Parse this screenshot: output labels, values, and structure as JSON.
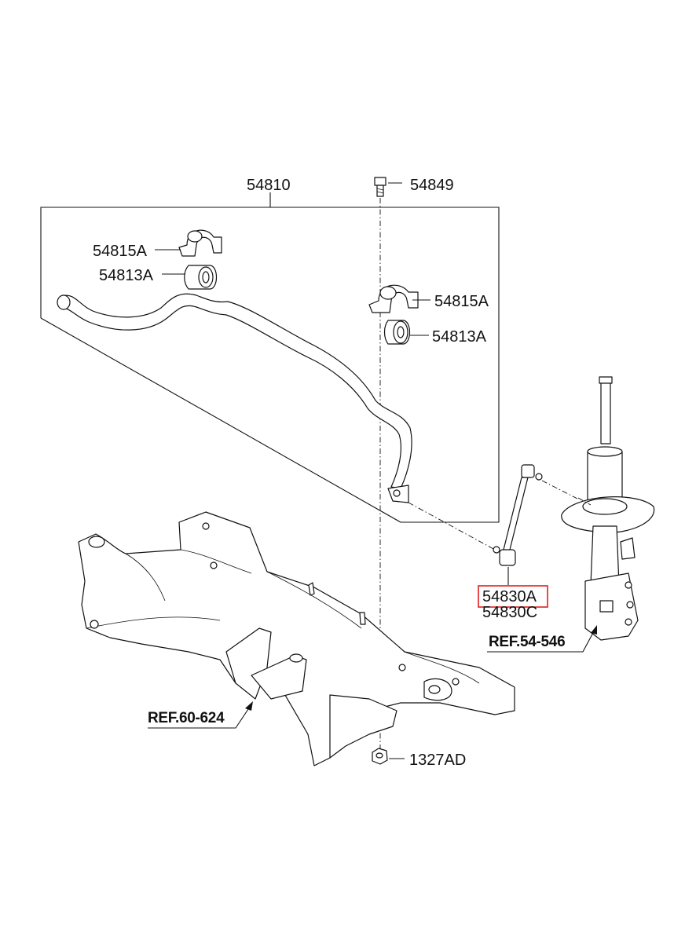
{
  "labels": {
    "assembly": "54810",
    "bolt": "54849",
    "bracket_left": "54815A",
    "bushing_left": "54813A",
    "bracket_right": "54815A",
    "bushing_right": "54813A",
    "link_selected": "54830A",
    "link_alt": "54830C",
    "nut": "1327AD"
  },
  "refs": {
    "strut": "REF.54-546",
    "crossmember": "REF.60-624"
  },
  "highlight": {
    "part": "54830A",
    "color": "#e0201e"
  }
}
